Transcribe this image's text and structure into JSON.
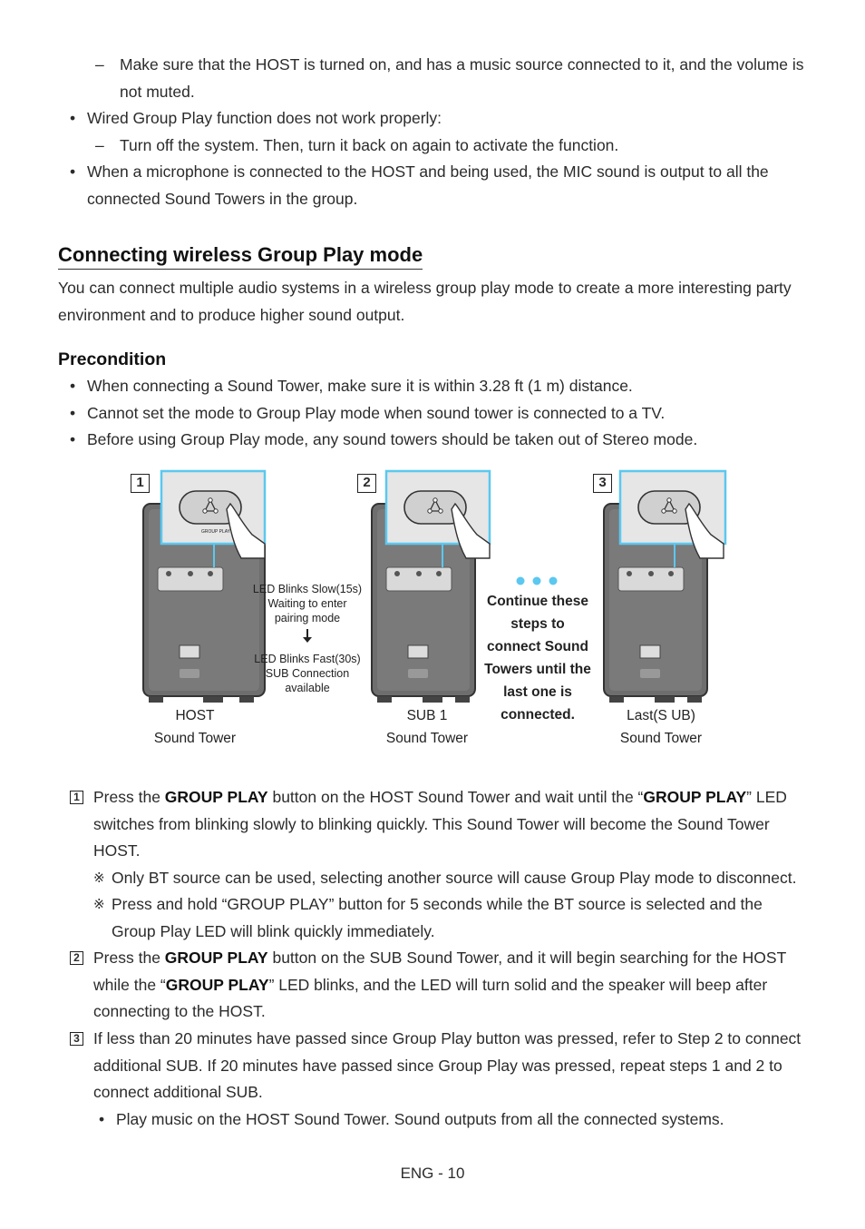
{
  "intro": {
    "dash1": "Make sure that the HOST is turned on, and has a music source connected to it, and the volume is not muted.",
    "bullet1": "Wired Group Play function does not work properly:",
    "dash2": "Turn off the system. Then, turn it back on again to activate the function.",
    "bullet2": "When a microphone is connected to the HOST and being used, the MIC sound is output to all the connected Sound Towers in the group."
  },
  "section": {
    "title": "Connecting wireless Group Play mode",
    "description": "You can connect multiple audio systems in a wireless group play mode to create a more interesting party environment and to produce higher sound output."
  },
  "precondition": {
    "title": "Precondition",
    "items": [
      "When connecting a Sound Tower, make sure it is within 3.28 ft (1 m) distance.",
      "Cannot set the mode to Group Play mode when sound tower is connected to a TV.",
      "Before using Group Play mode, any sound towers should be taken out of Stereo mode."
    ]
  },
  "diagram": {
    "badges": [
      "1",
      "2",
      "3"
    ],
    "button_label": "GROUP PLAY",
    "towers": [
      {
        "line1": "HOST",
        "line2": "Sound Tower"
      },
      {
        "line1": "SUB 1",
        "line2": "Sound Tower"
      },
      {
        "line1": "Last(S UB)",
        "line2": "Sound Tower"
      }
    ],
    "led_slow": [
      "LED Blinks Slow(15s)",
      "Waiting to enter",
      "pairing mode"
    ],
    "led_fast": [
      "LED Blinks Fast(30s)",
      "SUB Connection",
      "available"
    ],
    "continue_lines": [
      "Continue these",
      "steps to",
      "connect Sound",
      "Towers until the",
      "last one is",
      "connected."
    ],
    "colors": {
      "highlight": "#5bc8ef",
      "tower": "#6e6e6e",
      "panel": "#e6e6e6"
    }
  },
  "steps": {
    "s1": {
      "num": "1",
      "p1": "Press the ",
      "b1": "GROUP PLAY",
      "p2": " button on the HOST Sound Tower and wait until the “",
      "b2": "GROUP PLAY",
      "p3": "” LED switches from blinking slowly to blinking quickly. This Sound Tower will become the Sound Tower HOST.",
      "note_mark": "※",
      "note1": "Only BT source can be used, selecting another source will cause Group Play mode to disconnect.",
      "note2": "Press and hold “GROUP PLAY” button for 5 seconds while the BT source is selected and the Group Play LED will blink quickly immediately."
    },
    "s2": {
      "num": "2",
      "p1": "Press the ",
      "b1": "GROUP PLAY",
      "p2": " button on the SUB Sound Tower, and it will begin searching for the HOST while the “",
      "b2": "GROUP PLAY",
      "p3": "” LED blinks, and the LED will turn solid and the speaker will beep after connecting to the HOST."
    },
    "s3": {
      "num": "3",
      "text": "If less than 20 minutes have passed since Group Play button was pressed, refer to Step 2 to connect additional SUB. If 20 minutes have passed since Group Play was pressed, repeat steps 1 and 2 to connect additional SUB.",
      "bullet": "Play music on the HOST Sound Tower. Sound outputs from all the connected systems."
    }
  },
  "footer": {
    "page": "ENG - 10"
  }
}
